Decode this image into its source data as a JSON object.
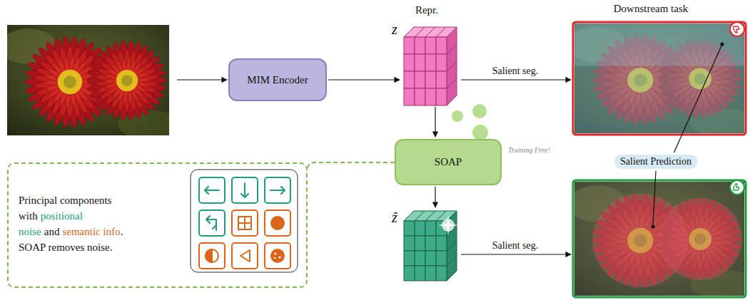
{
  "diagram": {
    "nodes": [
      {
        "text": [
          "MIM Encoder"
        ]
      },
      {
        "text": [
          "SOAP"
        ]
      },
      {
        "text": [
          "Salient Prediction"
        ]
      },
      {
        "text": [
          "Principal components with",
          "positional noise",
          "and",
          "semantic info",
          ". SOAP removes noise."
        ]
      }
    ],
    "edges": [
      {
        "from": 1,
        "to": 3,
        "arrow": "none"
      }
    ],
    "labels": [
      "Repr.",
      "Downstream task",
      "z",
      "Salient seg.",
      "Training Free!",
      "ẑ",
      "Salient seg."
    ]
  }
}
